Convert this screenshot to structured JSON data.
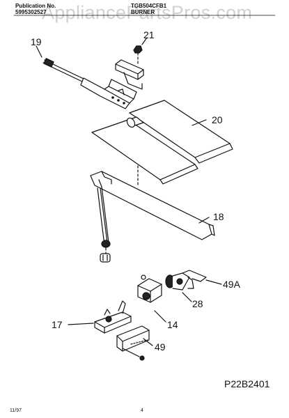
{
  "header": {
    "publication_label": "Publication No.",
    "publication_number": "5995302527",
    "model": "TGB504CFB1",
    "section": "BURNER"
  },
  "watermark": "AppliancePartsPros.com",
  "callouts": {
    "p19": "19",
    "p21": "21",
    "p20": "20",
    "p18": "18",
    "p49a": "49A",
    "p28": "28",
    "p17": "17",
    "p14": "14",
    "p49": "49"
  },
  "diagram_code": "P22B2401",
  "footer": {
    "date": "11/97",
    "page": "4"
  }
}
